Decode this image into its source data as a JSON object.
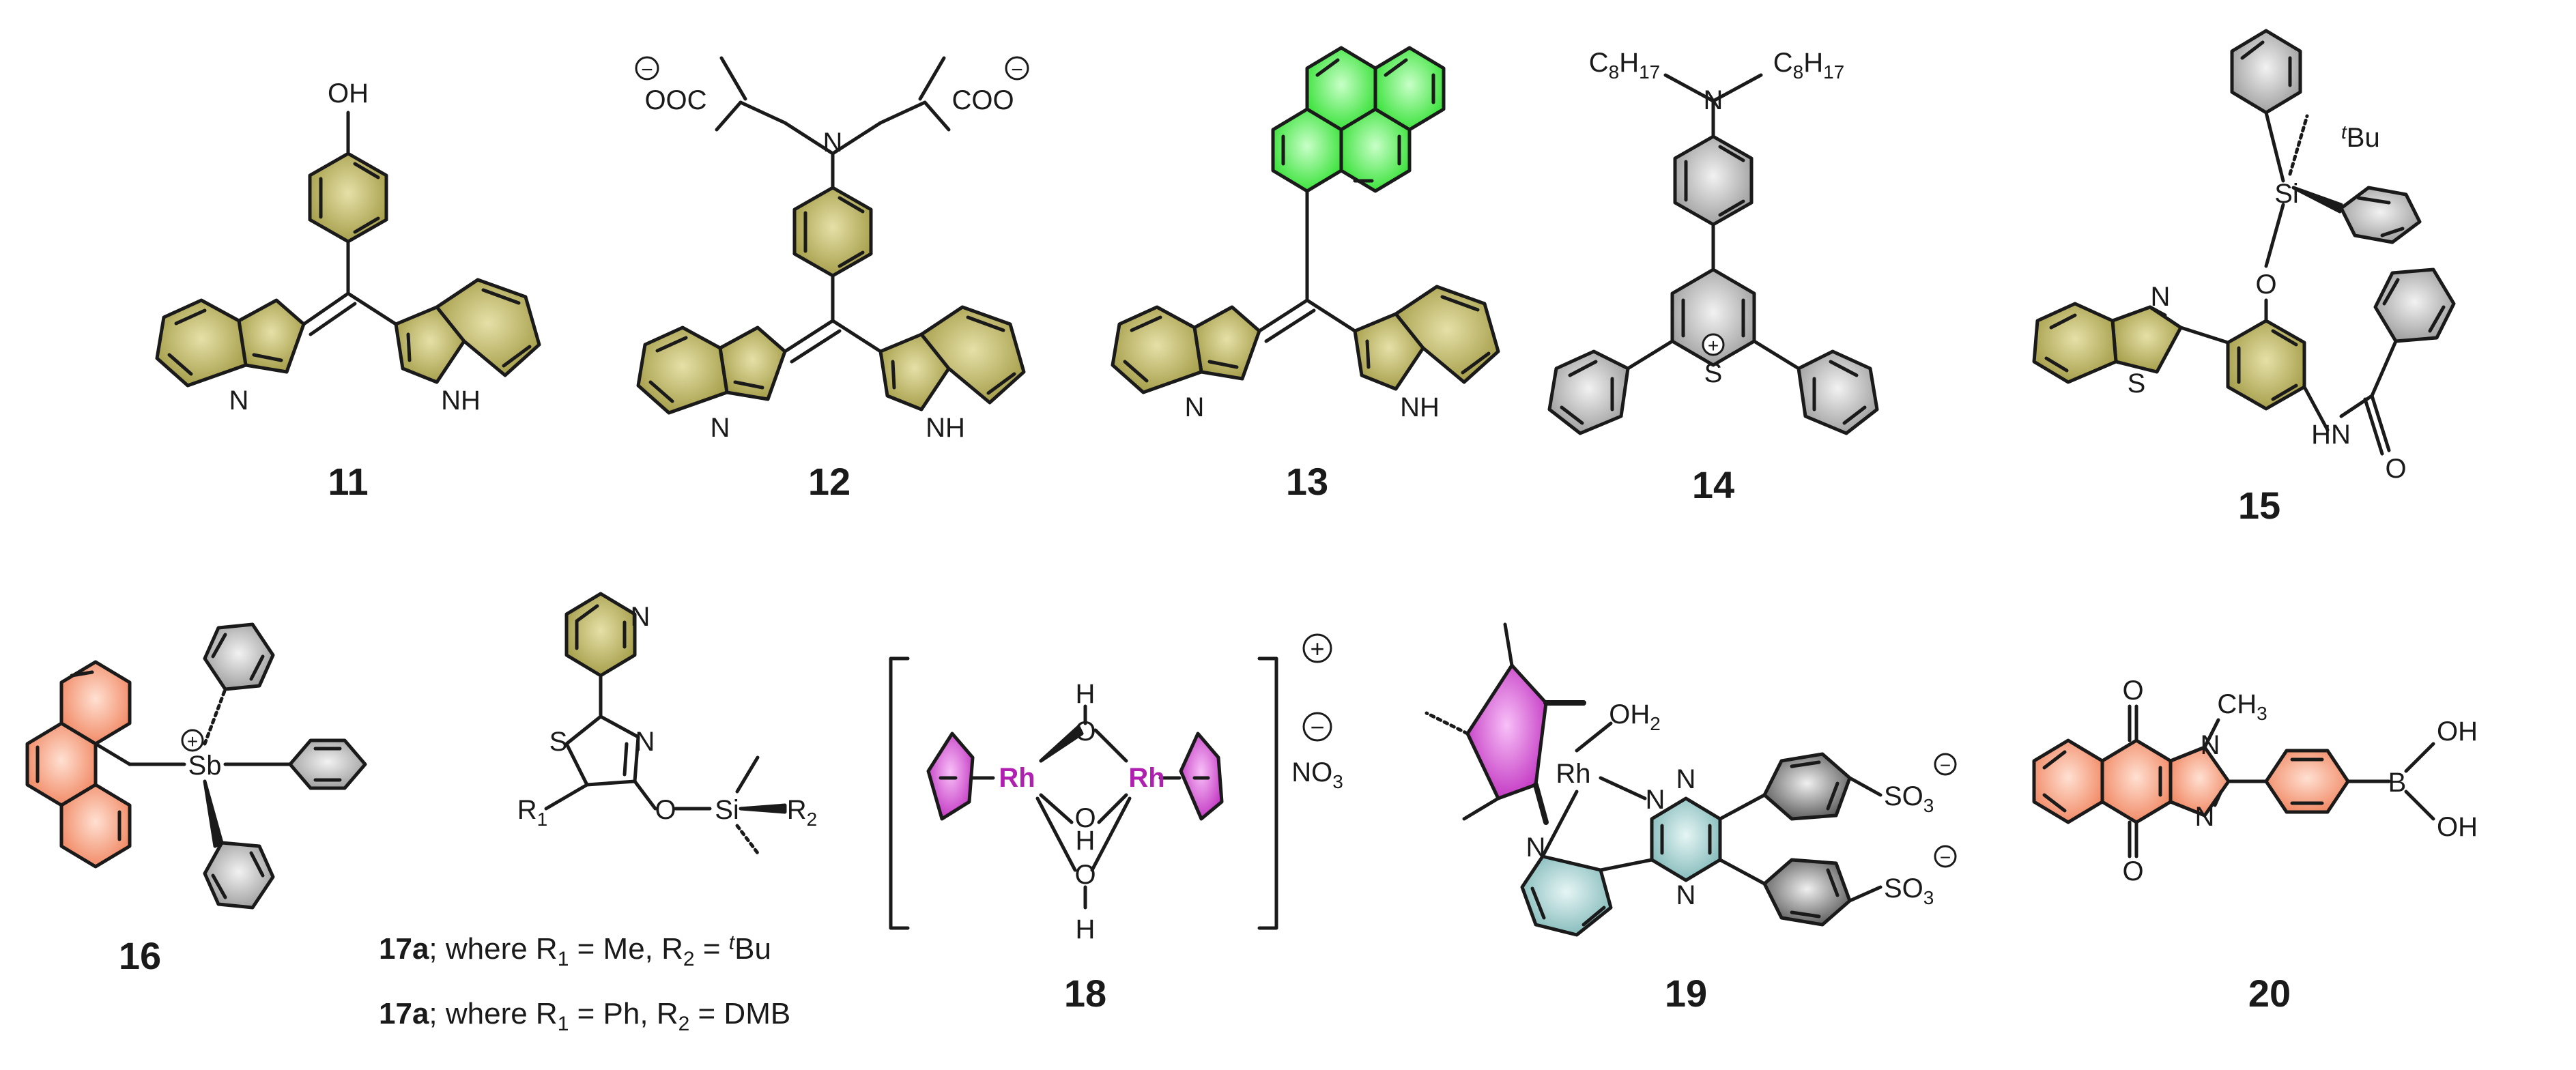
{
  "colors": {
    "bond": "#1a1a1a",
    "indole": "#a19a44",
    "indole_light": "#d9d39a",
    "pyrene": "#33e633",
    "pyrene_light": "#b5ffb5",
    "phenyl": "#9a9a9a",
    "phenyl_light": "#e4e4e4",
    "anthracene": "#f0845e",
    "anthracene_light": "#ffd2bf",
    "rh_purple": "#b020b0",
    "rh_light": "#f090f0",
    "triazine": "#7fb7b7",
    "triazine_light": "#d3ecec",
    "dark_ring": "#444444"
  },
  "compounds": {
    "c11": "11",
    "c12": "12",
    "c13": "13",
    "c14": "14",
    "c15": "15",
    "c16": "16",
    "c18": "18",
    "c19": "19",
    "c20": "20"
  },
  "atoms": {
    "OH": "OH",
    "NH": "NH",
    "N": "N",
    "S": "S",
    "O": "O",
    "H": "H",
    "Sb": "Sb",
    "Si": "Si",
    "Rh": "Rh",
    "B": "B",
    "OOC": "OOC",
    "COO": "COO",
    "C8": "C",
    "sub8": "8",
    "H17": "H",
    "sub17": "17",
    "tBu_t": "t",
    "tBu": "Bu",
    "HN": "HN",
    "OH2": "OH",
    "sub2": "2",
    "SO3": "SO",
    "sub3": "3",
    "CH3": "CH",
    "NO3": "NO",
    "R": "R",
    "sub1": "1",
    "plus": "+",
    "minus": "−"
  },
  "legend_17": [
    {
      "label": "17a",
      "text1": "; where R",
      "sub1": "1",
      "text2": " = Me, R",
      "sub2": "2",
      "text3": " = ",
      "sup": "t",
      "text4": "Bu"
    },
    {
      "label": "17a",
      "text1": "; where R",
      "sub1": "1",
      "text2": " = Ph, R",
      "sub2": "2",
      "text3": " = DMB",
      "sup": "",
      "text4": ""
    }
  ]
}
